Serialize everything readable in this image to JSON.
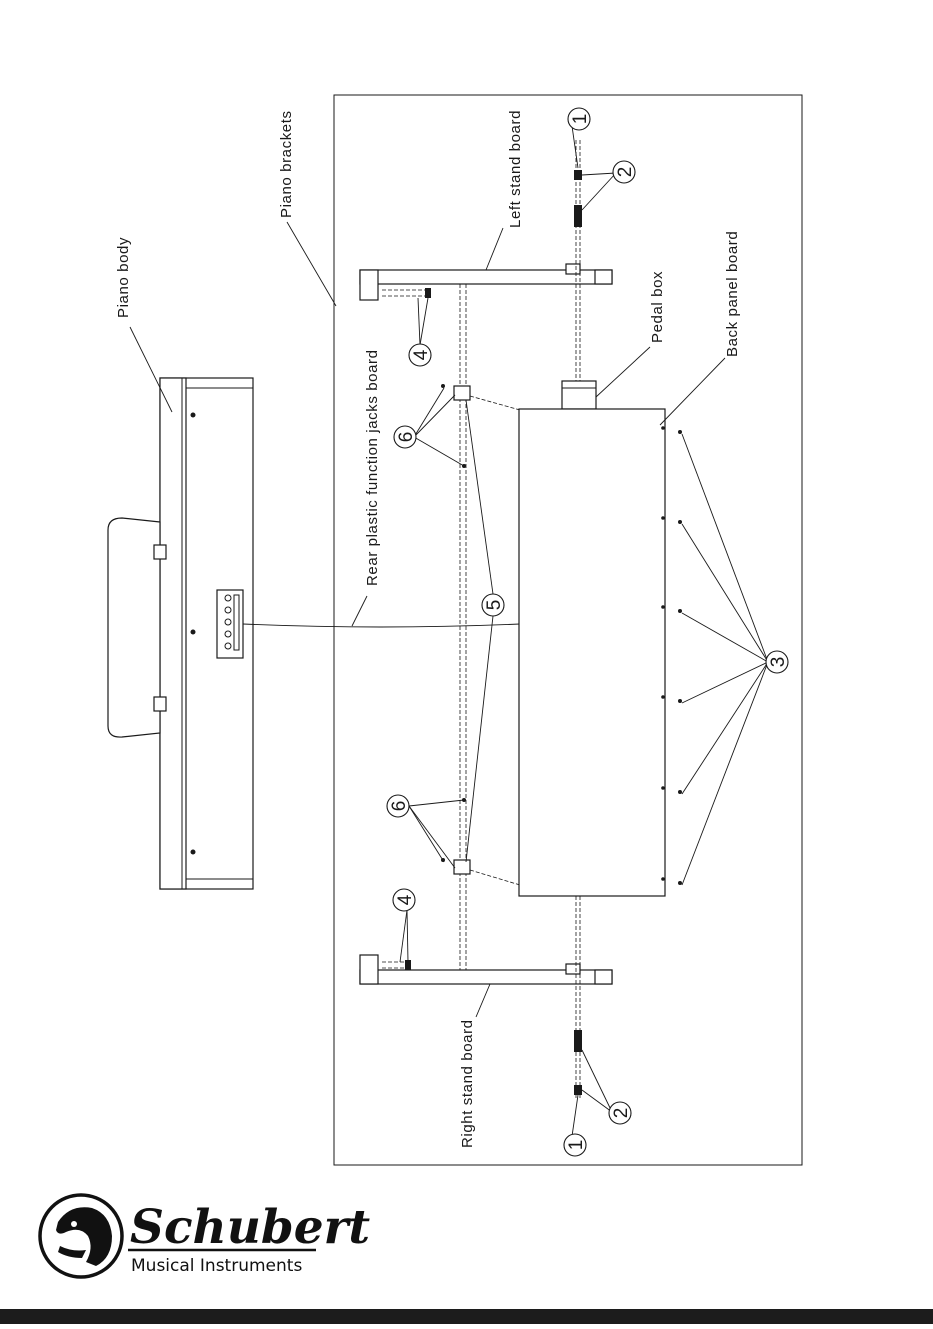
{
  "labels": {
    "piano_body": "Piano body",
    "piano_brackets": "Piano brackets",
    "left_stand_board": "Left stand board",
    "right_stand_board": "Right stand board",
    "pedal_box": "Pedal box",
    "back_panel_board": "Back panel board",
    "rear_jacks_board": "Rear plastic function jacks board"
  },
  "callouts": {
    "n1": "1",
    "n2": "2",
    "n3": "3",
    "n4": "4",
    "n5": "5",
    "n6": "6"
  },
  "logo": {
    "brand": "Schubert",
    "tagline": "Musical Instruments"
  },
  "colors": {
    "line": "#1a1a1a",
    "footer_bar": "#1c1c1c",
    "background": "#ffffff"
  }
}
